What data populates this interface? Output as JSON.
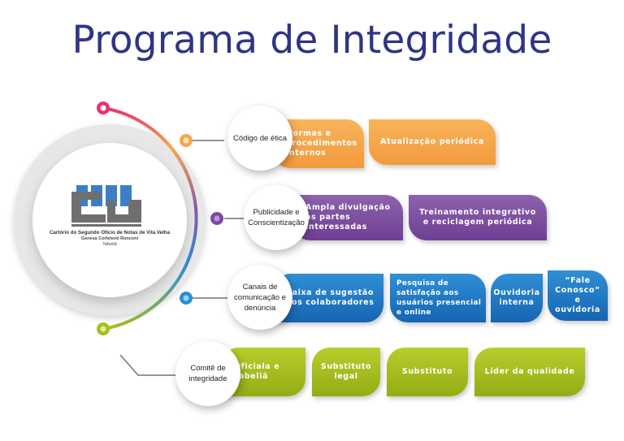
{
  "title": "Programa de Integridade",
  "logo": {
    "line1": "Cartório do Segundo Ofício de Notas de Vila Velha",
    "line2": "Genesa Corlelenti Ronconi",
    "line3": "Tabeliã"
  },
  "colors": {
    "title": "#2e3586",
    "pink": "#e8336d",
    "orange": "#f6a64a",
    "purple": "#7a4a9f",
    "blue": "#1f7cc6",
    "green": "#a6bf1e"
  },
  "rows": [
    {
      "label": "Código de ética",
      "items": [
        "Normas e procedimentos internos",
        "Atualização periódica"
      ]
    },
    {
      "label": "Publicidade e Conscientização",
      "items": [
        "Ampla divulgação às partes interessadas",
        "Treinamento integrativo e reciclagem periódica"
      ]
    },
    {
      "label": "Canais de comunicação e denúncia",
      "items": [
        "Caixa de sugestão aos colaboradores",
        "Pesquisa de satisfação aos usuários presencial e online",
        "Ouvidoria interna",
        "“Fale Conosco” e ouvidoria"
      ]
    },
    {
      "label": "Comitê de integridade",
      "items": [
        "Oficiala e Tabeliã",
        "Substituto legal",
        "Substituto",
        "Líder da qualidade"
      ]
    }
  ]
}
